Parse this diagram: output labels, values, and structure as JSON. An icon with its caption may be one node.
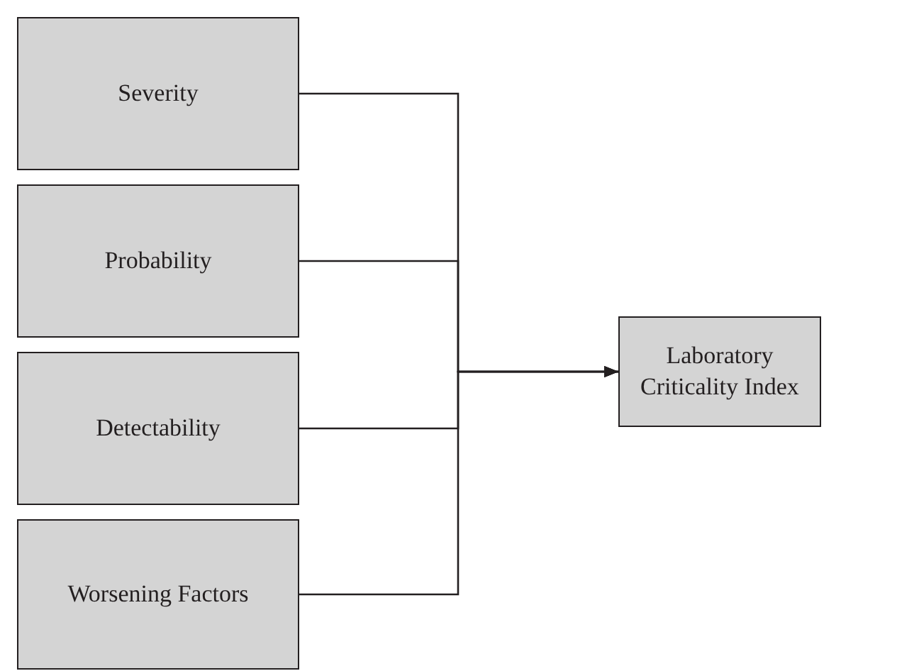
{
  "diagram": {
    "nodes": [
      {
        "text": [
          "Severity"
        ]
      },
      {
        "text": [
          "Probability"
        ]
      },
      {
        "text": [
          "Detectability"
        ]
      },
      {
        "text": [
          "Worsening Factors"
        ]
      },
      {
        "text": [
          "Laboratory Criticality Index"
        ]
      }
    ],
    "edges": [
      {
        "from": 0,
        "to": 4,
        "arrow": "to"
      },
      {
        "from": 1,
        "to": 4,
        "arrow": "to"
      },
      {
        "from": 2,
        "to": 4,
        "arrow": "to"
      },
      {
        "from": 3,
        "to": 4,
        "arrow": "to"
      }
    ]
  }
}
